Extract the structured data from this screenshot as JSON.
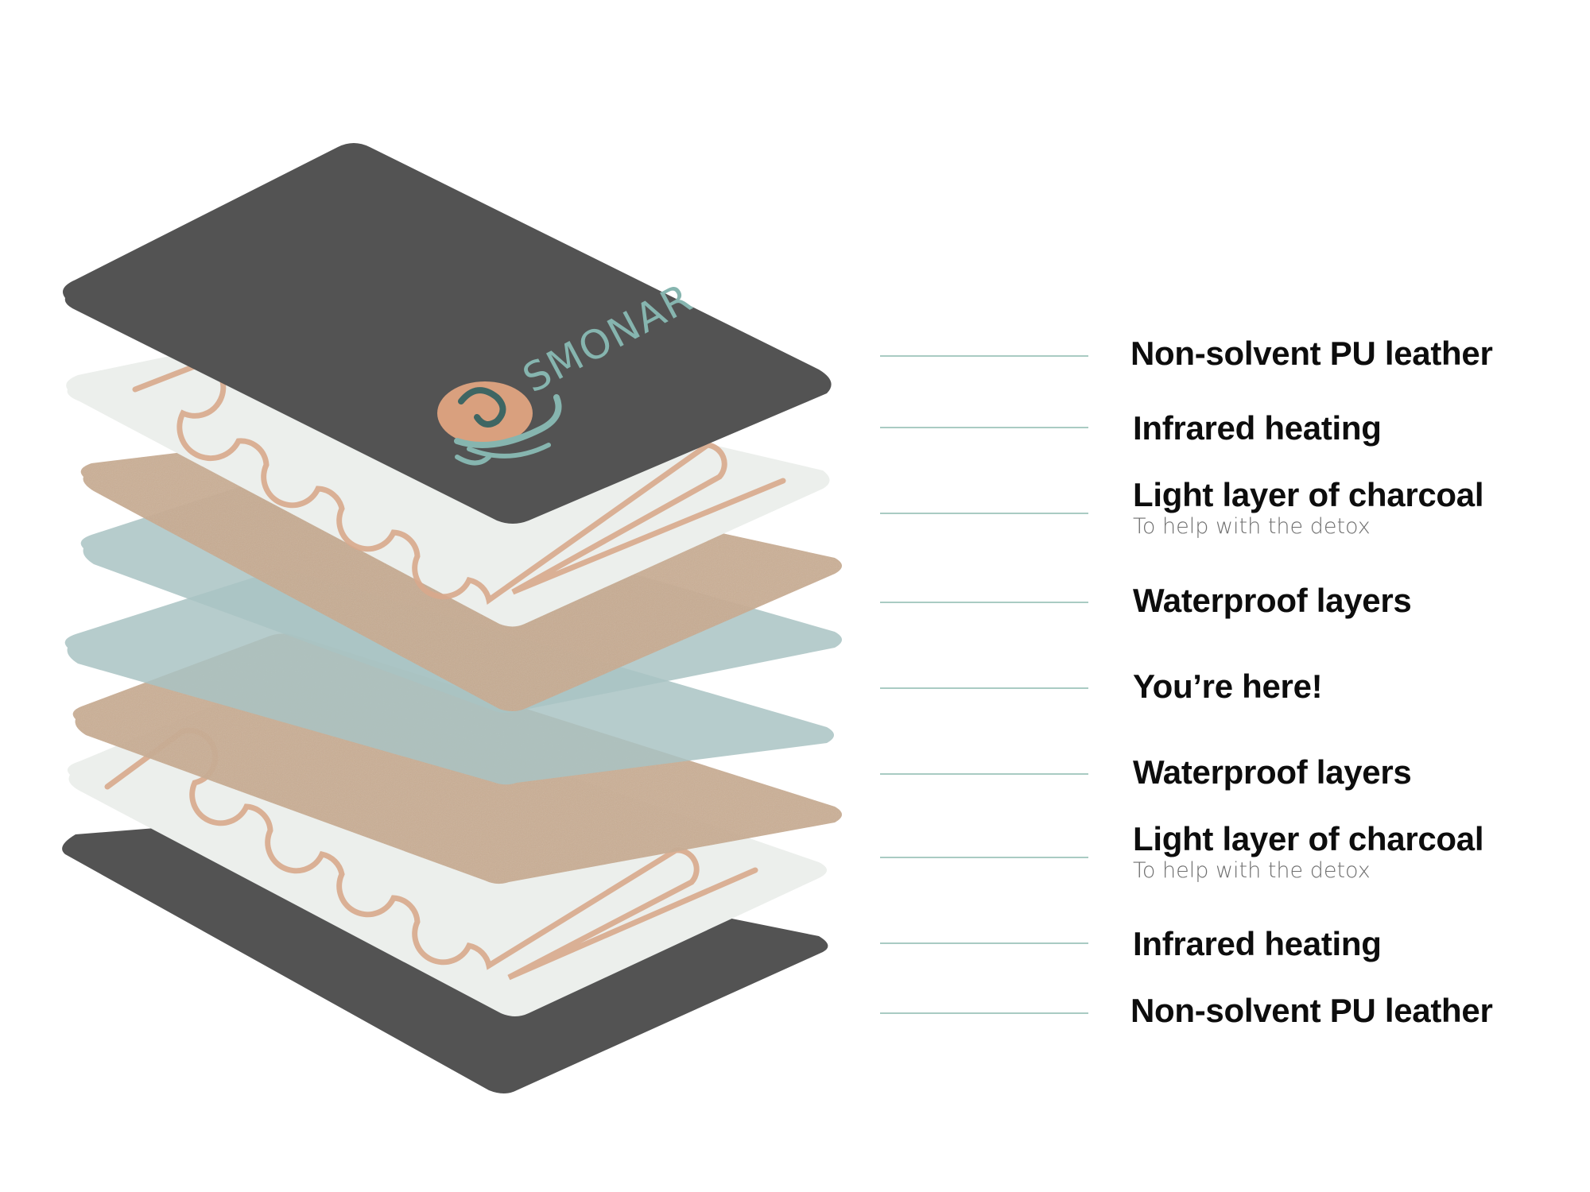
{
  "brand": {
    "logo_text": "SMONAR",
    "logo_icon": "smonar-swirl-logo"
  },
  "colors": {
    "leather": "#535353",
    "heating": "#ecefec",
    "wire": "#d8a88c",
    "charcoal": "#c9ab90",
    "waterproof": "#a9c3c3",
    "leader_line": "#a9cbc3",
    "logo_accent": "#86b5af",
    "logo_orange": "#d9a07e"
  },
  "layers": [
    {
      "title": "Non-solvent PU leather",
      "subtitle": ""
    },
    {
      "title": "Infrared heating",
      "subtitle": ""
    },
    {
      "title": "Light layer of charcoal",
      "subtitle": "To help with the detox"
    },
    {
      "title": "Waterproof layers",
      "subtitle": ""
    },
    {
      "title": "You’re here!",
      "subtitle": ""
    },
    {
      "title": "Waterproof layers",
      "subtitle": ""
    },
    {
      "title": "Light layer of charcoal",
      "subtitle": "To help with the detox"
    },
    {
      "title": "Infrared heating",
      "subtitle": ""
    },
    {
      "title": "Non-solvent PU leather",
      "subtitle": ""
    }
  ]
}
